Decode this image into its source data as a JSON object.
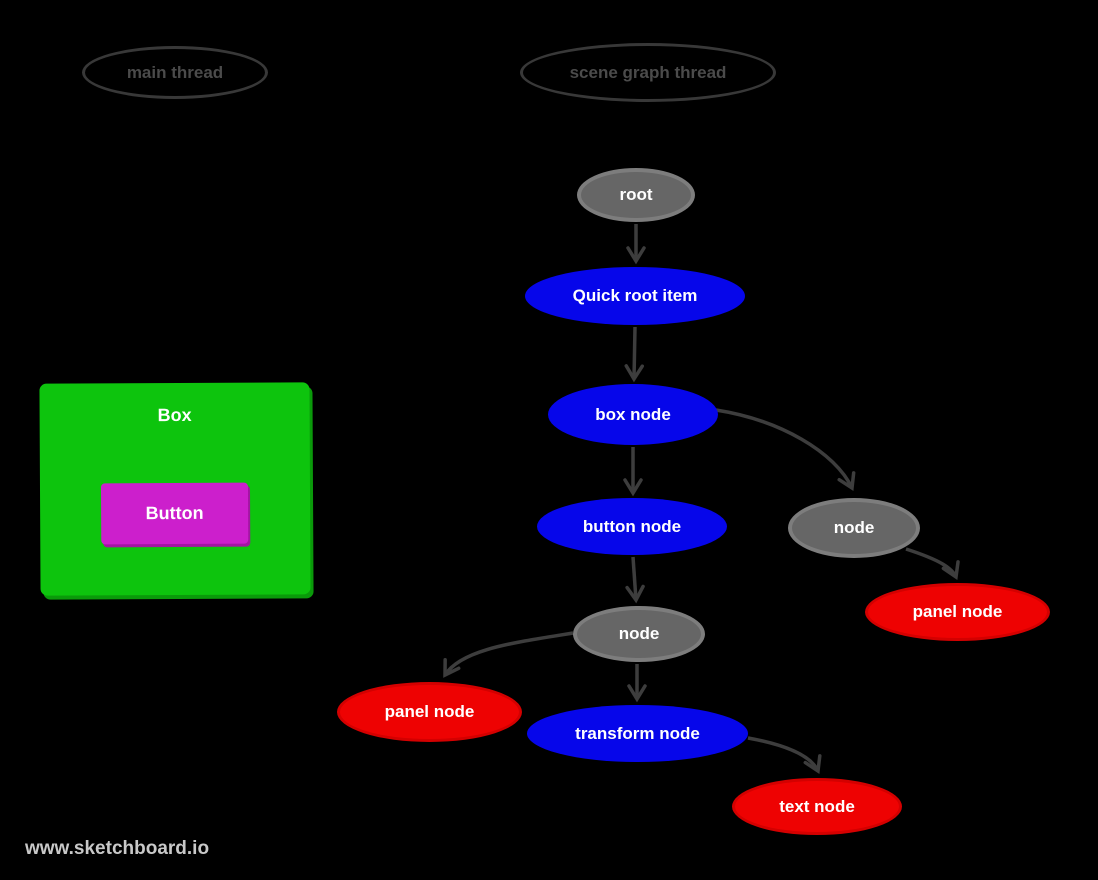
{
  "diagram": {
    "watermark": "www.sketchboard.io",
    "threads": {
      "main": "main thread",
      "scene_graph": "scene graph thread"
    },
    "preview": {
      "box_label": "Box",
      "button_label": "Button"
    },
    "nodes": {
      "root": "root",
      "quick_root_item": "Quick root item",
      "box_node": "box node",
      "button_node": "button node",
      "node_right": "node",
      "panel_node_right": "panel node",
      "node_center": "node",
      "panel_node_left": "panel node",
      "transform_node": "transform node",
      "text_node": "text node"
    },
    "colors": {
      "background": "#000000",
      "node_blue": "#0606ea",
      "node_red": "#ee0202",
      "node_red_border": "#d40000",
      "node_gray": "#666666",
      "node_gray_border": "#7d7d7d",
      "arrow": "#3d3d3d",
      "thread_outline": "#383838",
      "thread_text": "#4b4b4b",
      "box_green": "#0dc40d",
      "box_green_dark": "#0a9a0a",
      "button_magenta": "#cc1fcc",
      "button_magenta_dark": "#a315a3",
      "watermark_text": "#c8c8c8"
    }
  }
}
